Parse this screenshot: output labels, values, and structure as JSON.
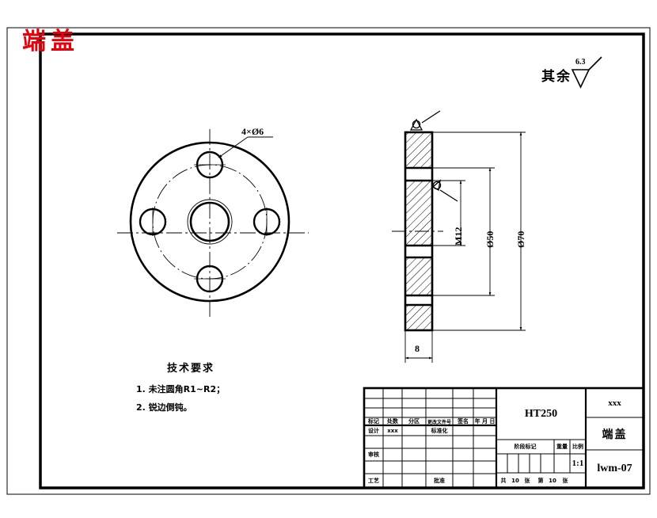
{
  "document": {
    "type": "mechanical-engineering-drawing",
    "red_title": "端盖",
    "sheet_width": 830,
    "sheet_height": 654
  },
  "annotations": {
    "general_roughness_label": "其余",
    "general_roughness_value": "6.3",
    "hole_callout": "4×Ø6"
  },
  "dimensions": {
    "thread": "M12",
    "bolt_circle": "Ø50",
    "outer_diameter": "Ø70",
    "thickness": "8"
  },
  "technical_requirements": {
    "heading": "技术要求",
    "items": [
      "1. 未注圆角R1~R2；",
      "2. 锐边倒钝。"
    ]
  },
  "title_block": {
    "rev_headers": {
      "mark": "标记",
      "count": "处数",
      "zone": "分区",
      "change_file_no": "更改文件号",
      "signature": "签名",
      "date": "年 月 日"
    },
    "roles": {
      "design": "设计",
      "design_name": "xxx",
      "standardize": "标准化",
      "review": "审核",
      "process": "工艺",
      "approve": "批准"
    },
    "material": "HT250",
    "company": "xxx",
    "part_name": "端盖",
    "drawing_number": "lwm-07",
    "stage_mark_label": "阶段标记",
    "weight_label": "重量",
    "scale_label": "比例",
    "scale_value": "1:1",
    "sheet_total_prefix": "共",
    "sheet_total": "10",
    "sheet_total_unit": "张",
    "sheet_index_prefix": "第",
    "sheet_index": "10",
    "sheet_index_unit": "张"
  },
  "colors": {
    "line": "#000000",
    "title_red": "#e8000b",
    "background": "#ffffff"
  }
}
